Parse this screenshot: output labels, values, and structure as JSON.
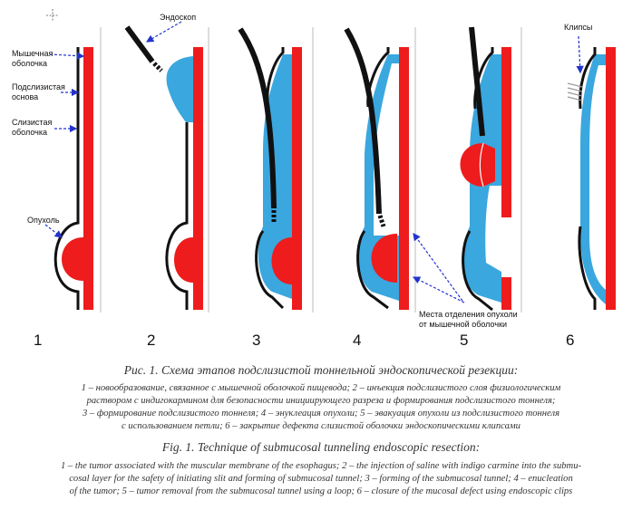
{
  "figure": {
    "labels": {
      "endoscope": "Эндоскоп",
      "muscle_1": "Мышечная",
      "muscle_2": "оболочка",
      "submucosa_1": "Подслизистая",
      "submucosa_2": "основа",
      "mucosa_1": "Слизистая",
      "mucosa_2": "оболочка",
      "tumor": "Опухоль",
      "clips": "Клипсы",
      "detach_1": "Места отделения опухоли",
      "detach_2": "от мышечной оболочки"
    },
    "stage_numbers": [
      "1",
      "2",
      "3",
      "4",
      "5",
      "6"
    ],
    "colors": {
      "muscle": "#ee1c1c",
      "tumor": "#ee1c1c",
      "saline": "#3aa7df",
      "mucosa": "#111111",
      "arrow": "#2233cc"
    }
  },
  "caption": {
    "ru_title": "Рис. 1. Схема этапов подслизистой тоннельной эндоскопической резекции:",
    "ru_line1": "1 – новообразование, связанное с мышечной оболочкой пищевода; 2 – инъекция подслизистого слоя физиологическим",
    "ru_line2": "раствором с индигокармином для безопасности инициирующего разреза и формирования подслизистого тоннеля;",
    "ru_line3": "3 – формирование подслизистого тоннеля; 4 – энуклеация опухоли; 5 – эвакуация опухоли из подслизистого тоннеля",
    "ru_line4": "с использованием петли; 6 – закрытие дефекта слизистой оболочки эндоскопическими клипсами",
    "en_title": "Fig. 1. Technique of submucosal tunneling endoscopic resection:",
    "en_line1": "1 – the tumor associated with the muscular membrane of the esophagus; 2 – the injection of saline with indigo carmine into the submu-",
    "en_line2": "cosal layer for the safety of initiating slit and forming of submucosal tunnel; 3 – forming of the submucosal tunnel; 4 – enucleation",
    "en_line3": "of the tumor; 5 – tumor removal from the submucosal tunnel using a loop; 6 – closure of the mucosal defect using endoscopic clips"
  }
}
